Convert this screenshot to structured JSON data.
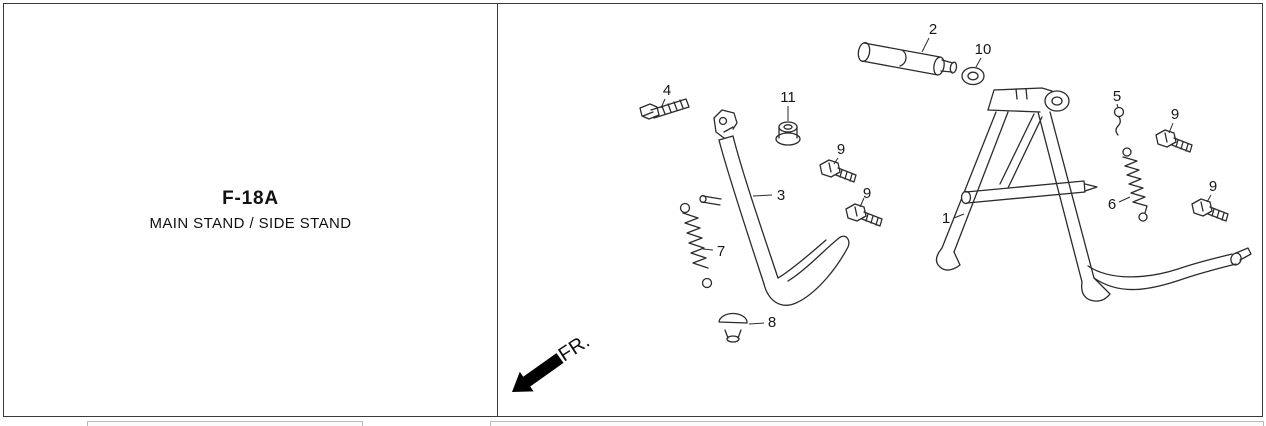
{
  "page": {
    "title": "F-18A",
    "subtitle": "MAIN STAND / SIDE STAND"
  },
  "diagram": {
    "fr_label": "FR.",
    "part_labels": {
      "p1": "1",
      "p2": "2",
      "p3": "3",
      "p4": "4",
      "p5": "5",
      "p6": "6",
      "p7": "7",
      "p8": "8",
      "p9": "9",
      "p10": "10",
      "p11": "11"
    }
  }
}
